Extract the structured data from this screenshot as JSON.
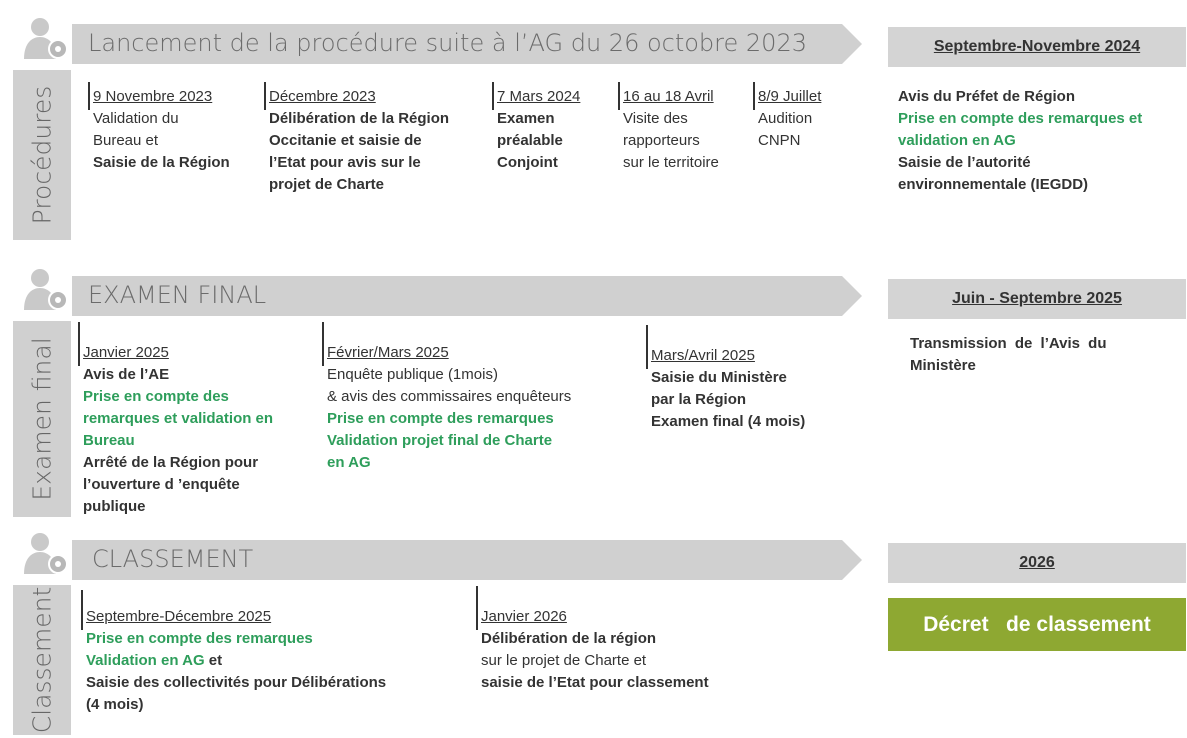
{
  "sections": [
    {
      "sidebar_label": "Procédures",
      "banner_title": "Lancement de la procédure suite à l’AG du 26 octobre 2023",
      "right_header": "Septembre-Novembre 2024",
      "right_lines": [
        "Avis du Préfet de Région",
        "Prise en compte des remarques et",
        "validation en AG",
        "Saisie de l’autorité",
        "environnementale (IEGDD)"
      ],
      "columns": [
        {
          "date": "9 Novembre 2023",
          "lines": [
            "Validation du",
            "Bureau et",
            "Saisie de la Région"
          ]
        },
        {
          "date": "Décembre 2023",
          "lines": [
            "Délibération de la Région",
            "Occitanie et saisie de",
            "l’Etat pour avis sur le",
            "projet de Charte"
          ]
        },
        {
          "date": "7 Mars 2024",
          "lines": [
            "Examen",
            "préalable",
            "Conjoint"
          ]
        },
        {
          "date": "16 au 18 Avril",
          "lines": [
            "Visite des",
            "rapporteurs",
            "sur le territoire"
          ]
        },
        {
          "date": "8/9 Juillet",
          "lines": [
            "Audition",
            "CNPN"
          ]
        }
      ]
    },
    {
      "sidebar_label": "Examen final",
      "banner_title": "EXAMEN FINAL",
      "right_header": "Juin - Septembre 2025",
      "right_lines": [
        "Transmission de l’Avis du",
        "Ministère"
      ],
      "columns": [
        {
          "date": "Janvier 2025",
          "lines": [
            "Avis de l’AE",
            "Prise en compte des",
            "remarques et validation en",
            "Bureau",
            "Arrêté de la Région pour",
            "l’ouverture d ’enquête",
            "publique"
          ]
        },
        {
          "date": "Février/Mars 2025",
          "lines": [
            "Enquête publique (1mois)",
            "& avis des commissaires enquêteurs",
            "Prise en compte des remarques",
            "Validation projet final de Charte",
            "en AG"
          ]
        },
        {
          "date": "Mars/Avril 2025",
          "lines": [
            "Saisie du Ministère",
            "par la Région",
            "Examen final (4 mois)"
          ]
        }
      ]
    },
    {
      "sidebar_label": "Classement",
      "banner_title": "CLASSEMENT",
      "right_header": "2026",
      "right_box": "Décret   de classement",
      "columns": [
        {
          "date": "Septembre-Décembre 2025",
          "lines": [
            "Prise en compte des remarques",
            "Validation en AG",
            " et",
            "Saisie des collectivités pour Délibérations",
            "(4 mois)"
          ]
        },
        {
          "date": "Janvier 2026",
          "lines": [
            "Délibération de la région",
            "sur le projet de Charte et",
            "saisie de l’Etat pour classement"
          ]
        }
      ]
    }
  ],
  "colors": {
    "banner": "#d0d0d0",
    "green_text": "#2e9e5b",
    "decret_box": "#8ea832",
    "sidebar": "#d0d0d0"
  }
}
